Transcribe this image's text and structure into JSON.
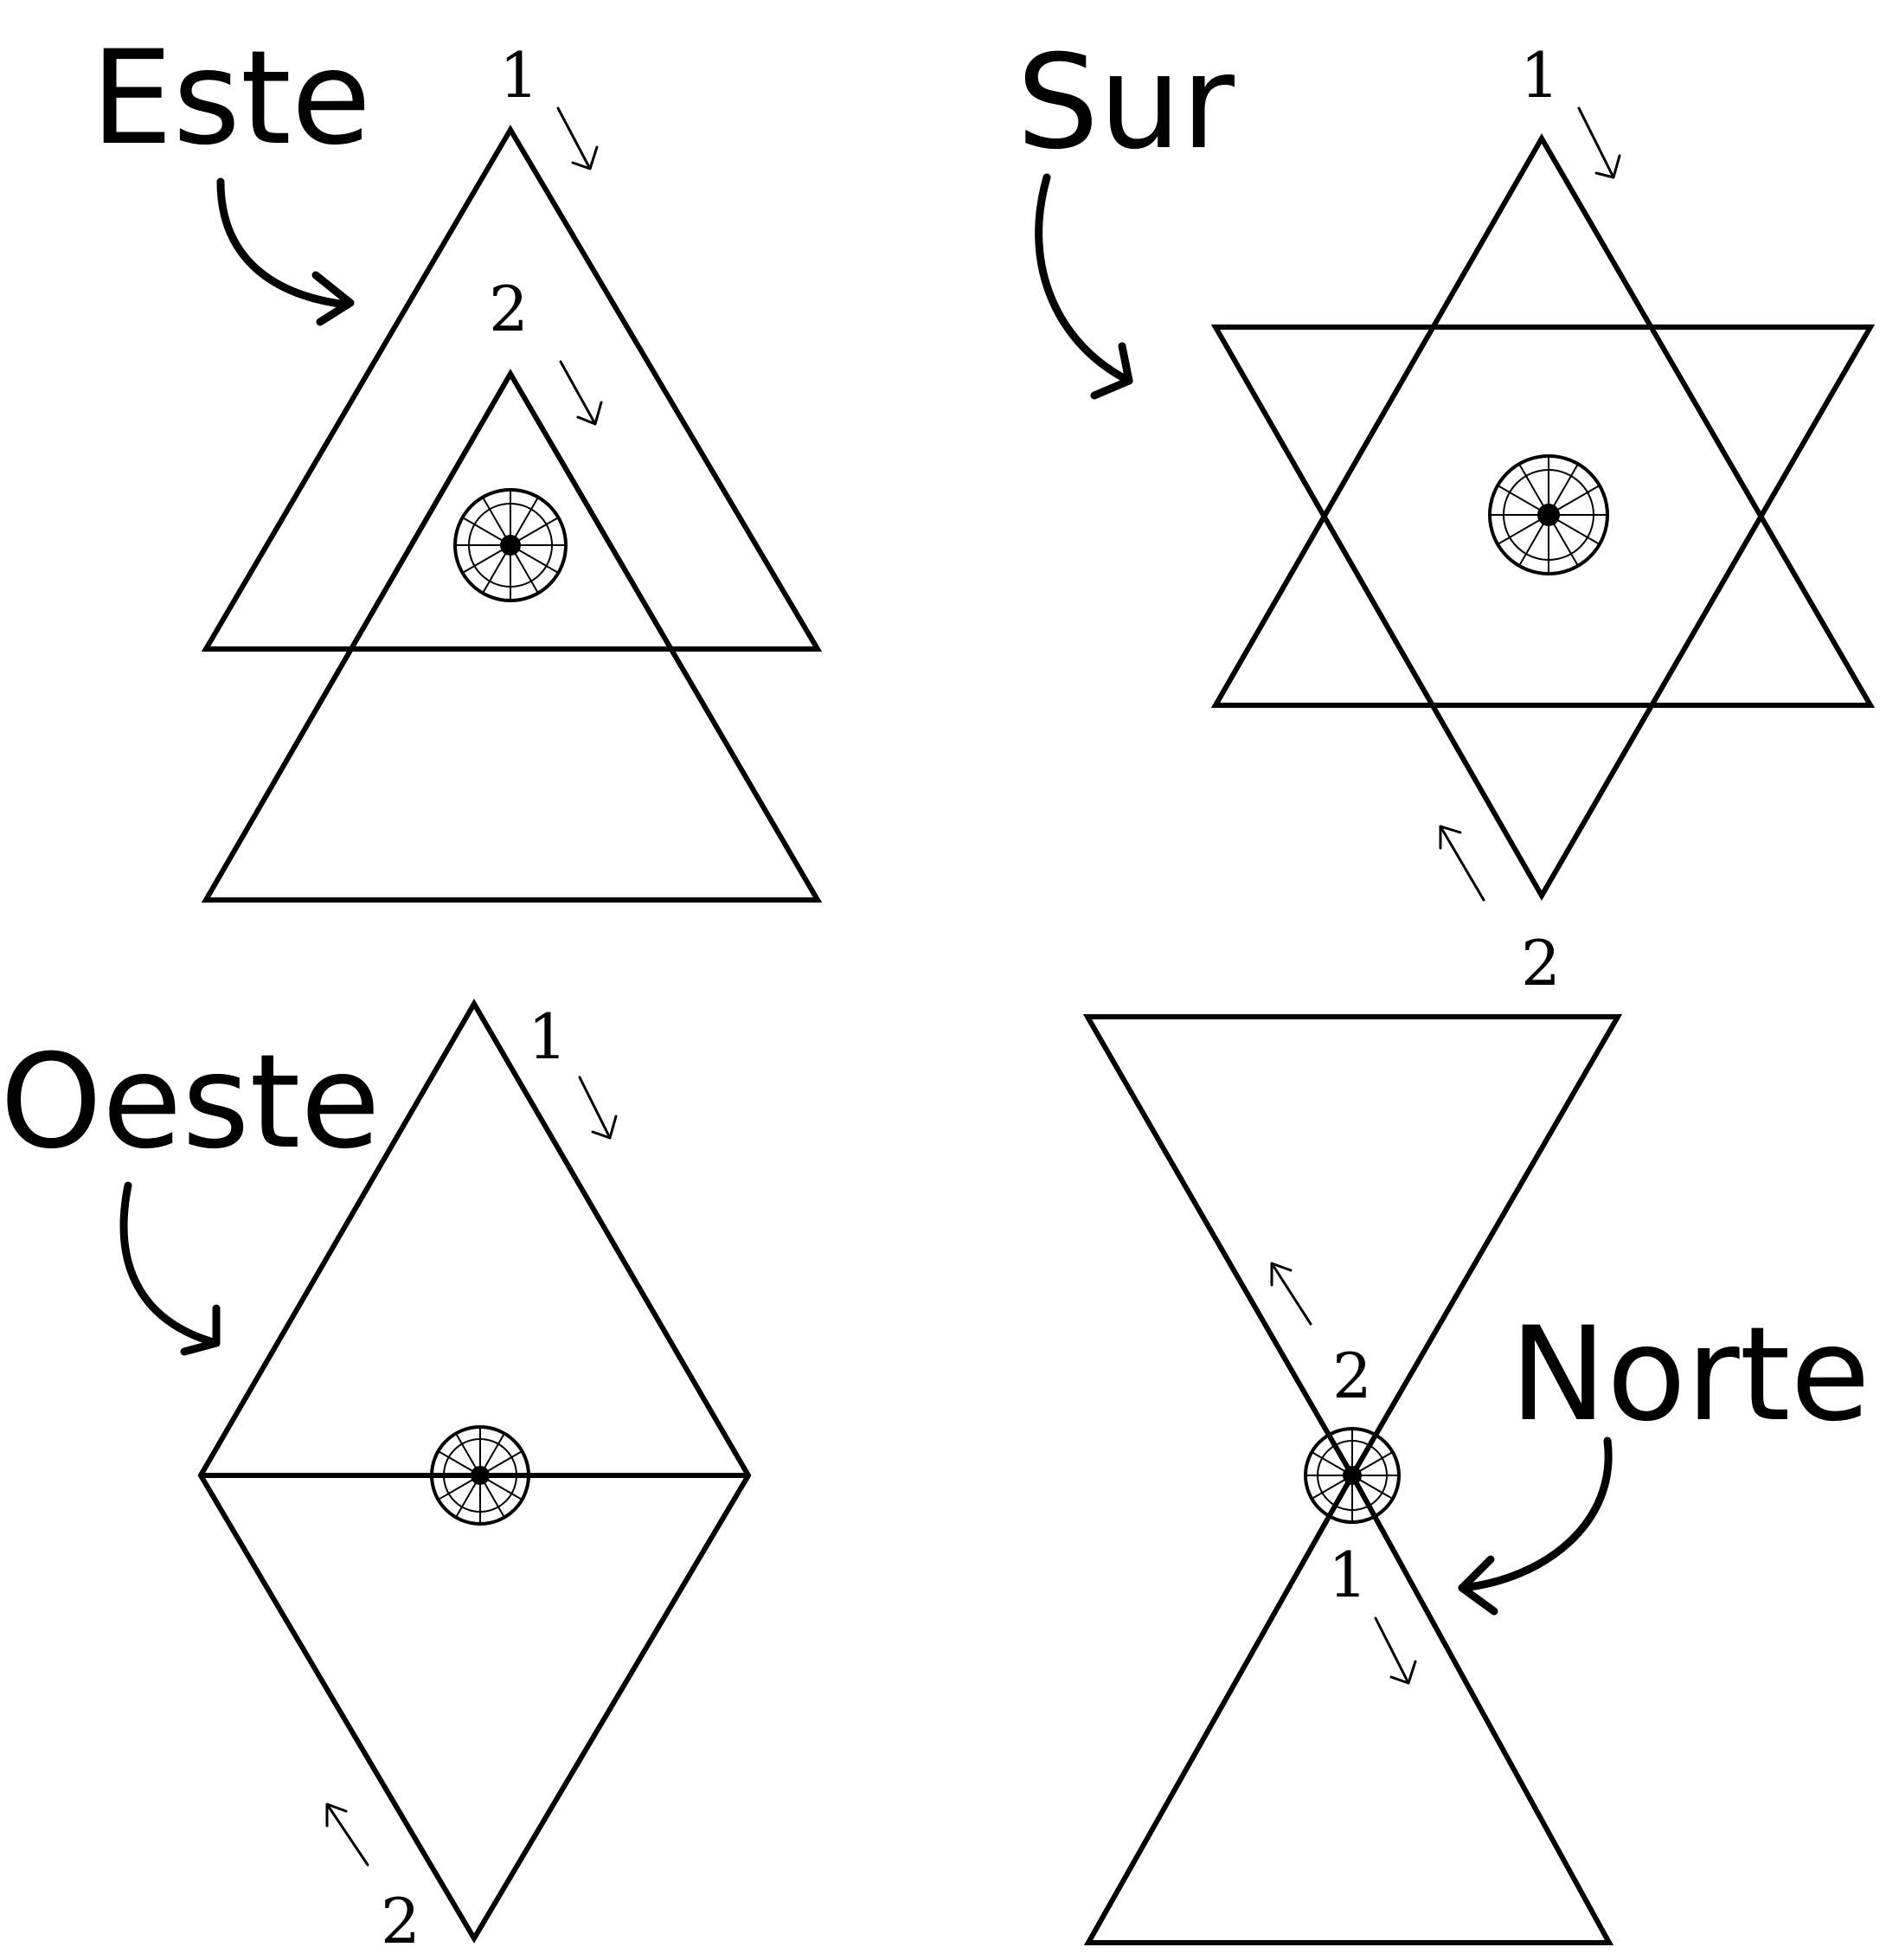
{
  "diagrams": {
    "east": {
      "label": "Este",
      "first": "1",
      "second": "2"
    },
    "south": {
      "label": "Sur",
      "first": "1",
      "second": "2"
    },
    "west": {
      "label": "Oeste",
      "first": "1",
      "second": "2"
    },
    "north": {
      "label": "Norte",
      "first": "1",
      "second": "2"
    }
  },
  "colors": {
    "stroke": "#000000",
    "background": "#ffffff"
  },
  "icons": [
    "dharma-wheel-icon",
    "curved-arrow-icon",
    "direction-arrow-icon"
  ]
}
